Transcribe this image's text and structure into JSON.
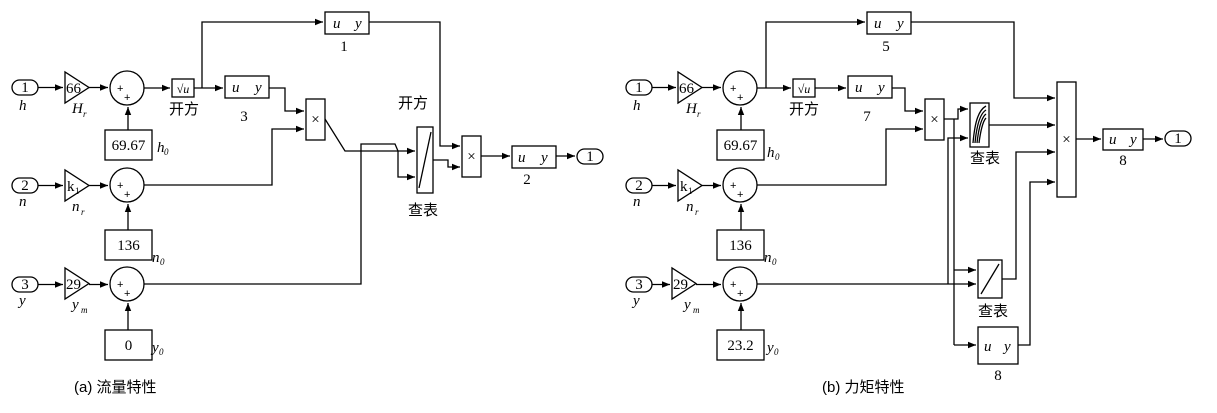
{
  "diagram_a": {
    "caption": "(a) 流量特性",
    "inputs": [
      {
        "num": "1",
        "var": "h"
      },
      {
        "num": "2",
        "var": "n"
      },
      {
        "num": "3",
        "var": "y"
      }
    ],
    "gains": [
      {
        "value": "66",
        "label": "H",
        "sub": "r"
      },
      {
        "value": "k",
        "value_sub": "1",
        "label": "n",
        "sub": "r"
      },
      {
        "value": "29",
        "label": "y",
        "sub": "m"
      }
    ],
    "constants": [
      {
        "value": "69.67",
        "label": "h",
        "sub": "0"
      },
      {
        "value": "136",
        "label": "n",
        "sub": "0"
      },
      {
        "value": "0",
        "label": "y",
        "sub": "0"
      }
    ],
    "sqrt": {
      "symbol": "√u",
      "label": "开方"
    },
    "fcn_blocks": [
      {
        "text_u": "u",
        "text_y": "y",
        "number": "1"
      },
      {
        "text_u": "u",
        "text_y": "y",
        "number": "3"
      },
      {
        "text_u": "u",
        "text_y": "y",
        "number": "2"
      }
    ],
    "lookup": {
      "top_label": "开方",
      "bottom_label": "查表"
    },
    "product_symbol": "×",
    "output": "1"
  },
  "diagram_b": {
    "caption": "(b) 力矩特性",
    "inputs": [
      {
        "num": "1",
        "var": "h"
      },
      {
        "num": "2",
        "var": "n"
      },
      {
        "num": "3",
        "var": "y"
      }
    ],
    "gains": [
      {
        "value": "66",
        "label": "H",
        "sub": "r"
      },
      {
        "value": "k",
        "value_sub": "1",
        "label": "n",
        "sub": "r"
      },
      {
        "value": "29",
        "label": "y",
        "sub": "m"
      }
    ],
    "constants": [
      {
        "value": "69.67",
        "label": "h",
        "sub": "0"
      },
      {
        "value": "136",
        "label": "n",
        "sub": "0"
      },
      {
        "value": "23.2",
        "label": "y",
        "sub": "0"
      }
    ],
    "sqrt": {
      "symbol": "√u",
      "label": "开方"
    },
    "fcn_blocks": [
      {
        "text_u": "u",
        "text_y": "y",
        "number": "5"
      },
      {
        "text_u": "u",
        "text_y": "y",
        "number": "7"
      },
      {
        "text_u": "u",
        "text_y": "y",
        "number": "8"
      },
      {
        "text_u": "u",
        "text_y": "y",
        "number": "8"
      }
    ],
    "lookup_2d_label": "查表",
    "lookup_1d_label": "查表",
    "product_symbol": "×",
    "output": "1"
  }
}
